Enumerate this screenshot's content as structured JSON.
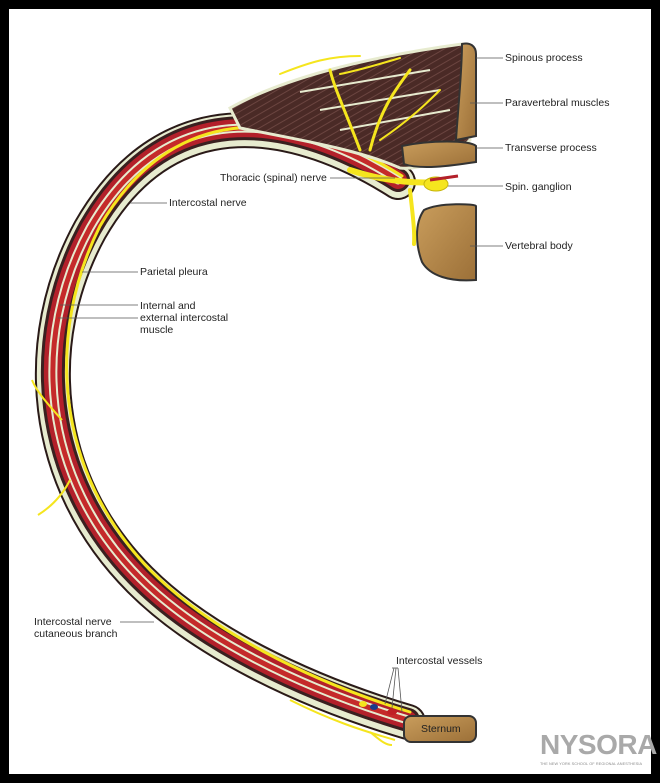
{
  "labels": {
    "spinous_process": "Spinous process",
    "paravertebral_muscles": "Paravertebral muscles",
    "transverse_process": "Transverse process",
    "thoracic_nerve": "Thoracic (spinal) nerve",
    "spin_ganglion": "Spin. ganglion",
    "intercostal_nerve": "Intercostal nerve",
    "vertebral_body": "Vertebral body",
    "parietal_pleura": "Parietal pleura",
    "internal_external_muscle": "Internal and\nexternal intercostal\nmuscle",
    "cutaneous_branch": "Intercostal  nerve\ncutaneous branch",
    "intercostal_vessels": "Intercostal vessels",
    "sternum": "Sternum"
  },
  "logo": {
    "name": "NYSORA",
    "tagline": "THE NEW YORK SCHOOL OF REGIONAL ANESTHESIA"
  },
  "colors": {
    "muscle_red": "#b3202a",
    "dark_band": "#3a2020",
    "nerve_yellow": "#f5e51e",
    "fascia": "#e7ebcf",
    "bone": "#b58a4e"
  }
}
